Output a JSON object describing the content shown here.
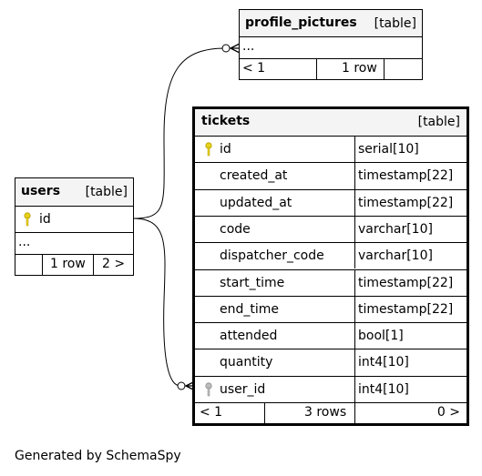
{
  "profile_pictures": {
    "name": "profile_pictures",
    "type": "[table]",
    "ellipsis": "...",
    "nav_prev": "< 1",
    "rows": "1 row"
  },
  "users": {
    "name": "users",
    "type": "[table]",
    "column": "id",
    "ellipsis": "...",
    "rows": "1 row",
    "nav_next": "2 >"
  },
  "tickets": {
    "name": "tickets",
    "type": "[table]",
    "columns": [
      {
        "name": "id",
        "type": "serial[10]",
        "key": "primary"
      },
      {
        "name": "created_at",
        "type": "timestamp[22]",
        "key": ""
      },
      {
        "name": "updated_at",
        "type": "timestamp[22]",
        "key": ""
      },
      {
        "name": "code",
        "type": "varchar[10]",
        "key": ""
      },
      {
        "name": "dispatcher_code",
        "type": "varchar[10]",
        "key": ""
      },
      {
        "name": "start_time",
        "type": "timestamp[22]",
        "key": ""
      },
      {
        "name": "end_time",
        "type": "timestamp[22]",
        "key": ""
      },
      {
        "name": "attended",
        "type": "bool[1]",
        "key": ""
      },
      {
        "name": "quantity",
        "type": "int4[10]",
        "key": ""
      },
      {
        "name": "user_id",
        "type": "int4[10]",
        "key": "foreign"
      }
    ],
    "nav_prev": "< 1",
    "rows": "3 rows",
    "nav_next": "0 >"
  },
  "footer": "Generated by SchemaSpy",
  "colors": {
    "primary_key": "#e8d21a",
    "foreign_key": "#bdbdbd",
    "header_bg": "#f4f4f4"
  }
}
